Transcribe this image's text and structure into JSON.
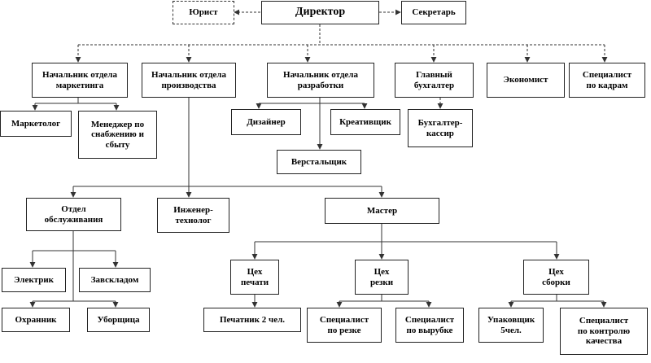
{
  "nodes": {
    "director": "Директор",
    "lawyer": "Юрист",
    "secretary": "Секретарь",
    "head_marketing": "Начальник отдела\nмаркетинга",
    "head_production": "Начальник отдела\nпроизводства",
    "head_development": "Начальник отдела\nразработки",
    "chief_accountant": "Главный\nбухгалтер",
    "economist": "Экономист",
    "hr_specialist": "Специалист\nпо кадрам",
    "marketer": "Маркетолог",
    "supply_manager": "Менеджер по\nснабжению и\nсбыту",
    "designer": "Дизайнер",
    "creative": "Креативщик",
    "layout_designer": "Верстальщик",
    "accountant_cashier": "Бухгалтер-\nкассир",
    "service_dept": "Отдел\nобслуживания",
    "engineer": "Инженер-\nтехнолог",
    "master": "Мастер",
    "electrician": "Электрик",
    "warehouse_manager": "Завскладом",
    "guard": "Охранник",
    "cleaner": "Уборщица",
    "print_shop": "Цех\nпечати",
    "cutting_shop": "Цех\nрезки",
    "assembly_shop": "Цех\nсборки",
    "printer": "Печатник 2 чел.",
    "cutting_specialist": "Специалист\nпо резке",
    "die_cutting_specialist": "Специалист\nпо вырубке",
    "packer": "Упаковщик\n5чел.",
    "qc_specialist": "Специалист\nпо контролю\nкачества"
  }
}
